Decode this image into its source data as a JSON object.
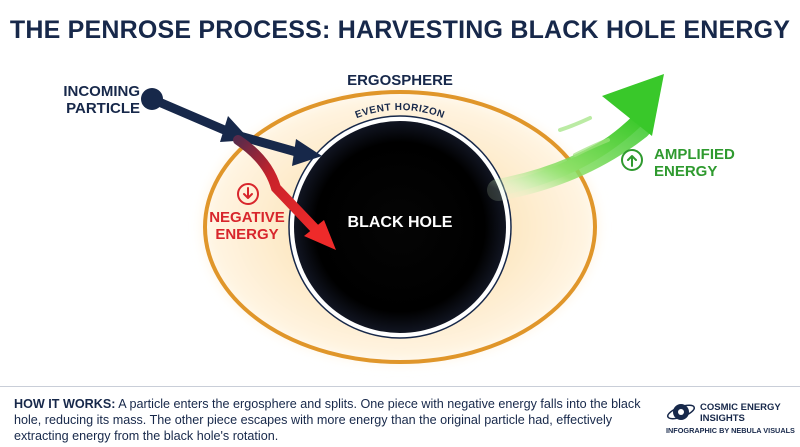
{
  "title": "THE PENROSE PROCESS: HARVESTING BLACK HOLE ENERGY",
  "labels": {
    "incoming_particle": "INCOMING PARTICLE",
    "ergosphere": "ERGOSPHERE",
    "event_horizon": "EVENT HORIZON",
    "black_hole": "BLACK HOLE",
    "negative_energy": "NEGATIVE ENERGY",
    "amplified_energy": "AMPLIFIED ENERGY"
  },
  "icons": {
    "negative": "arrow-down-circle-icon",
    "amplified": "arrow-up-circle-icon",
    "brand": "black-hole-orbit-icon"
  },
  "colors": {
    "navy": "#17284a",
    "red": "#d8262c",
    "green": "#2f9a2f",
    "ergosphere_ring": "#e0962a",
    "ergosphere_glow": "#fdeccc",
    "black_hole": "#000000"
  },
  "footer": {
    "heading": "HOW IT WORKS:",
    "text": "A particle enters the ergosphere and splits. One piece with negative energy falls into the black hole, reducing its mass. The other piece escapes with more energy than the original particle had, effectively extracting energy from the black hole's rotation.",
    "brand": "COSMIC ENERGY INSIGHTS",
    "credit": "INFOGRAPHIC BY NEBULA VISUALS"
  }
}
